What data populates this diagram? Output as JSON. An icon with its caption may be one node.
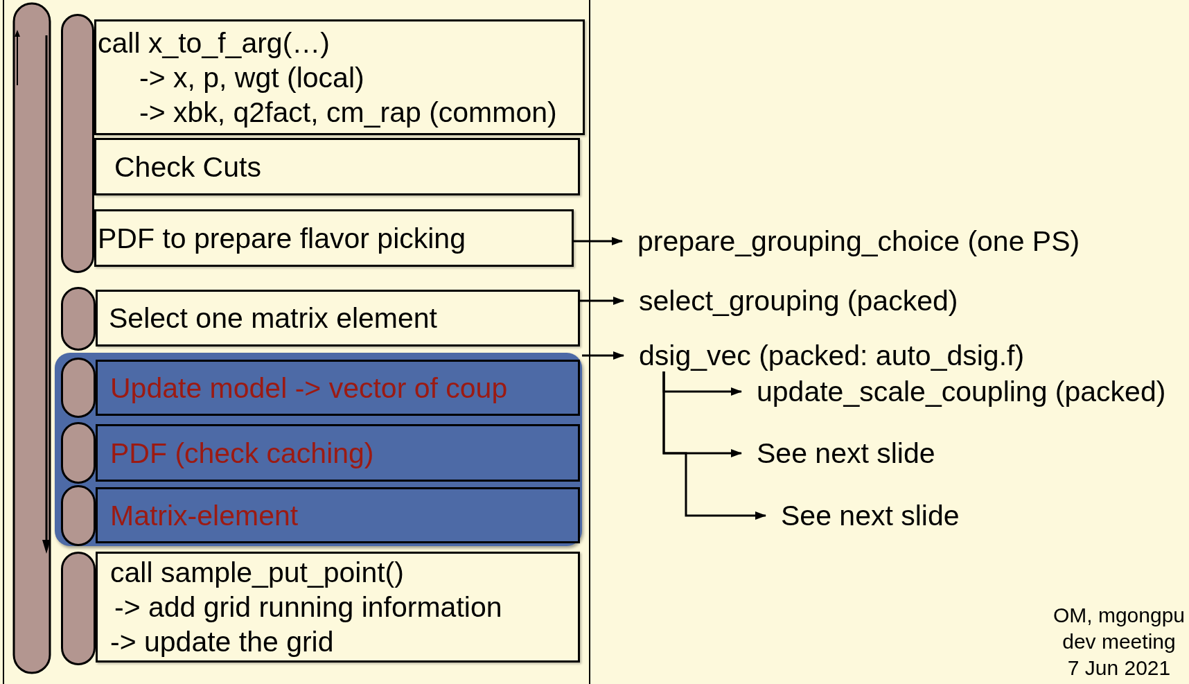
{
  "diagram": {
    "nodes": [
      {
        "text": [
          "call x_to_f_arg(…)",
          "-> x, p, wgt (local)",
          "-> xbk, q2fact, cm_rap (common)"
        ]
      },
      {
        "text": [
          "Check Cuts"
        ]
      },
      {
        "text": [
          "PDF to prepare flavor picking"
        ]
      },
      {
        "text": [
          "Select one matrix element"
        ]
      },
      {
        "text": [],
        "shape": "box"
      },
      {
        "text": [
          "Update model -> vector of coup"
        ],
        "in": 4
      },
      {
        "text": [
          "PDF (check caching)"
        ],
        "in": 4
      },
      {
        "text": [
          "Matrix-element"
        ],
        "in": 4
      },
      {
        "text": [
          "call sample_put_point()",
          "-> add grid running information",
          "-> update the grid"
        ]
      },
      {
        "text": [
          "prepare_grouping_choice (one PS)"
        ]
      },
      {
        "text": [
          "select_grouping (packed)"
        ]
      },
      {
        "text": [
          "dsig_vec (packed: auto_dsig.f)"
        ]
      },
      {
        "text": [
          "update_scale_coupling (packed)"
        ]
      },
      {
        "text": [
          "See next slide"
        ]
      },
      {
        "text": [
          "See next slide"
        ]
      },
      {
        "text": [],
        "shape": "bar"
      },
      {
        "text": [],
        "shape": "bar"
      },
      {
        "text": [],
        "shape": "bar",
        "in": 4
      },
      {
        "text": [],
        "shape": "bar",
        "in": 4
      },
      {
        "text": [],
        "shape": "bar",
        "in": 4
      },
      {
        "text": [],
        "shape": "bar"
      }
    ],
    "edges": [
      {
        "from": 2,
        "to": 9,
        "arrow": "to"
      },
      {
        "from": 3,
        "to": 10,
        "arrow": "to"
      },
      {
        "from": 4,
        "to": 11,
        "arrow": "to"
      },
      {
        "from": 11,
        "to": 12,
        "arrow": "to"
      },
      {
        "from": 11,
        "to": 13,
        "arrow": "to"
      },
      {
        "from": 11,
        "to": 14,
        "arrow": "to"
      }
    ],
    "labels": [
      "OM, mgongpu",
      "dev meeting",
      "7 Jun 2021"
    ]
  }
}
